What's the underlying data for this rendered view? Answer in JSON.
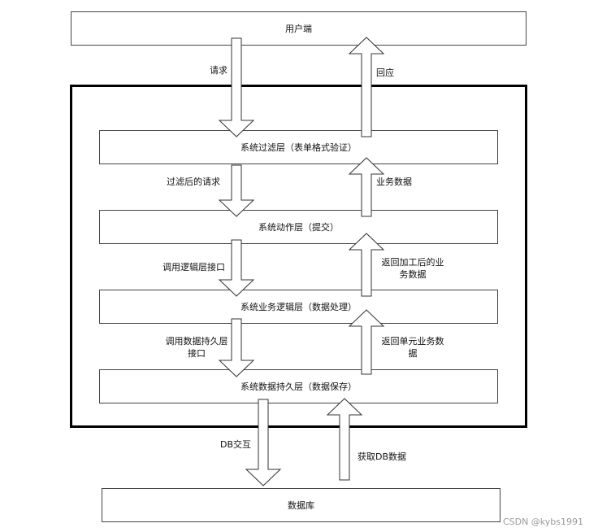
{
  "diagram": {
    "client": "用户端",
    "layers": {
      "filter": "系统过滤层（表单格式验证）",
      "action": "系统动作层（提交）",
      "business": "系统业务逻辑层（数据处理）",
      "persistence": "系统数据持久层（数据保存）"
    },
    "database": "数据库",
    "arrows": {
      "request": "请求",
      "response": "回应",
      "filtered_request": "过滤后的请求",
      "business_data": "业务数据",
      "call_logic_interface": "调用逻辑层接口",
      "return_processed_line1": "返回加工后的业",
      "return_processed_line2": "务数据",
      "call_persistence_line1": "调用数据持久层",
      "call_persistence_line2": "接口",
      "return_unit_line1": "返回单元业务数",
      "return_unit_line2": "据",
      "db_interact": "DB交互",
      "fetch_db": "获取DB数据"
    }
  },
  "watermark": "CSDN @kybs1991"
}
